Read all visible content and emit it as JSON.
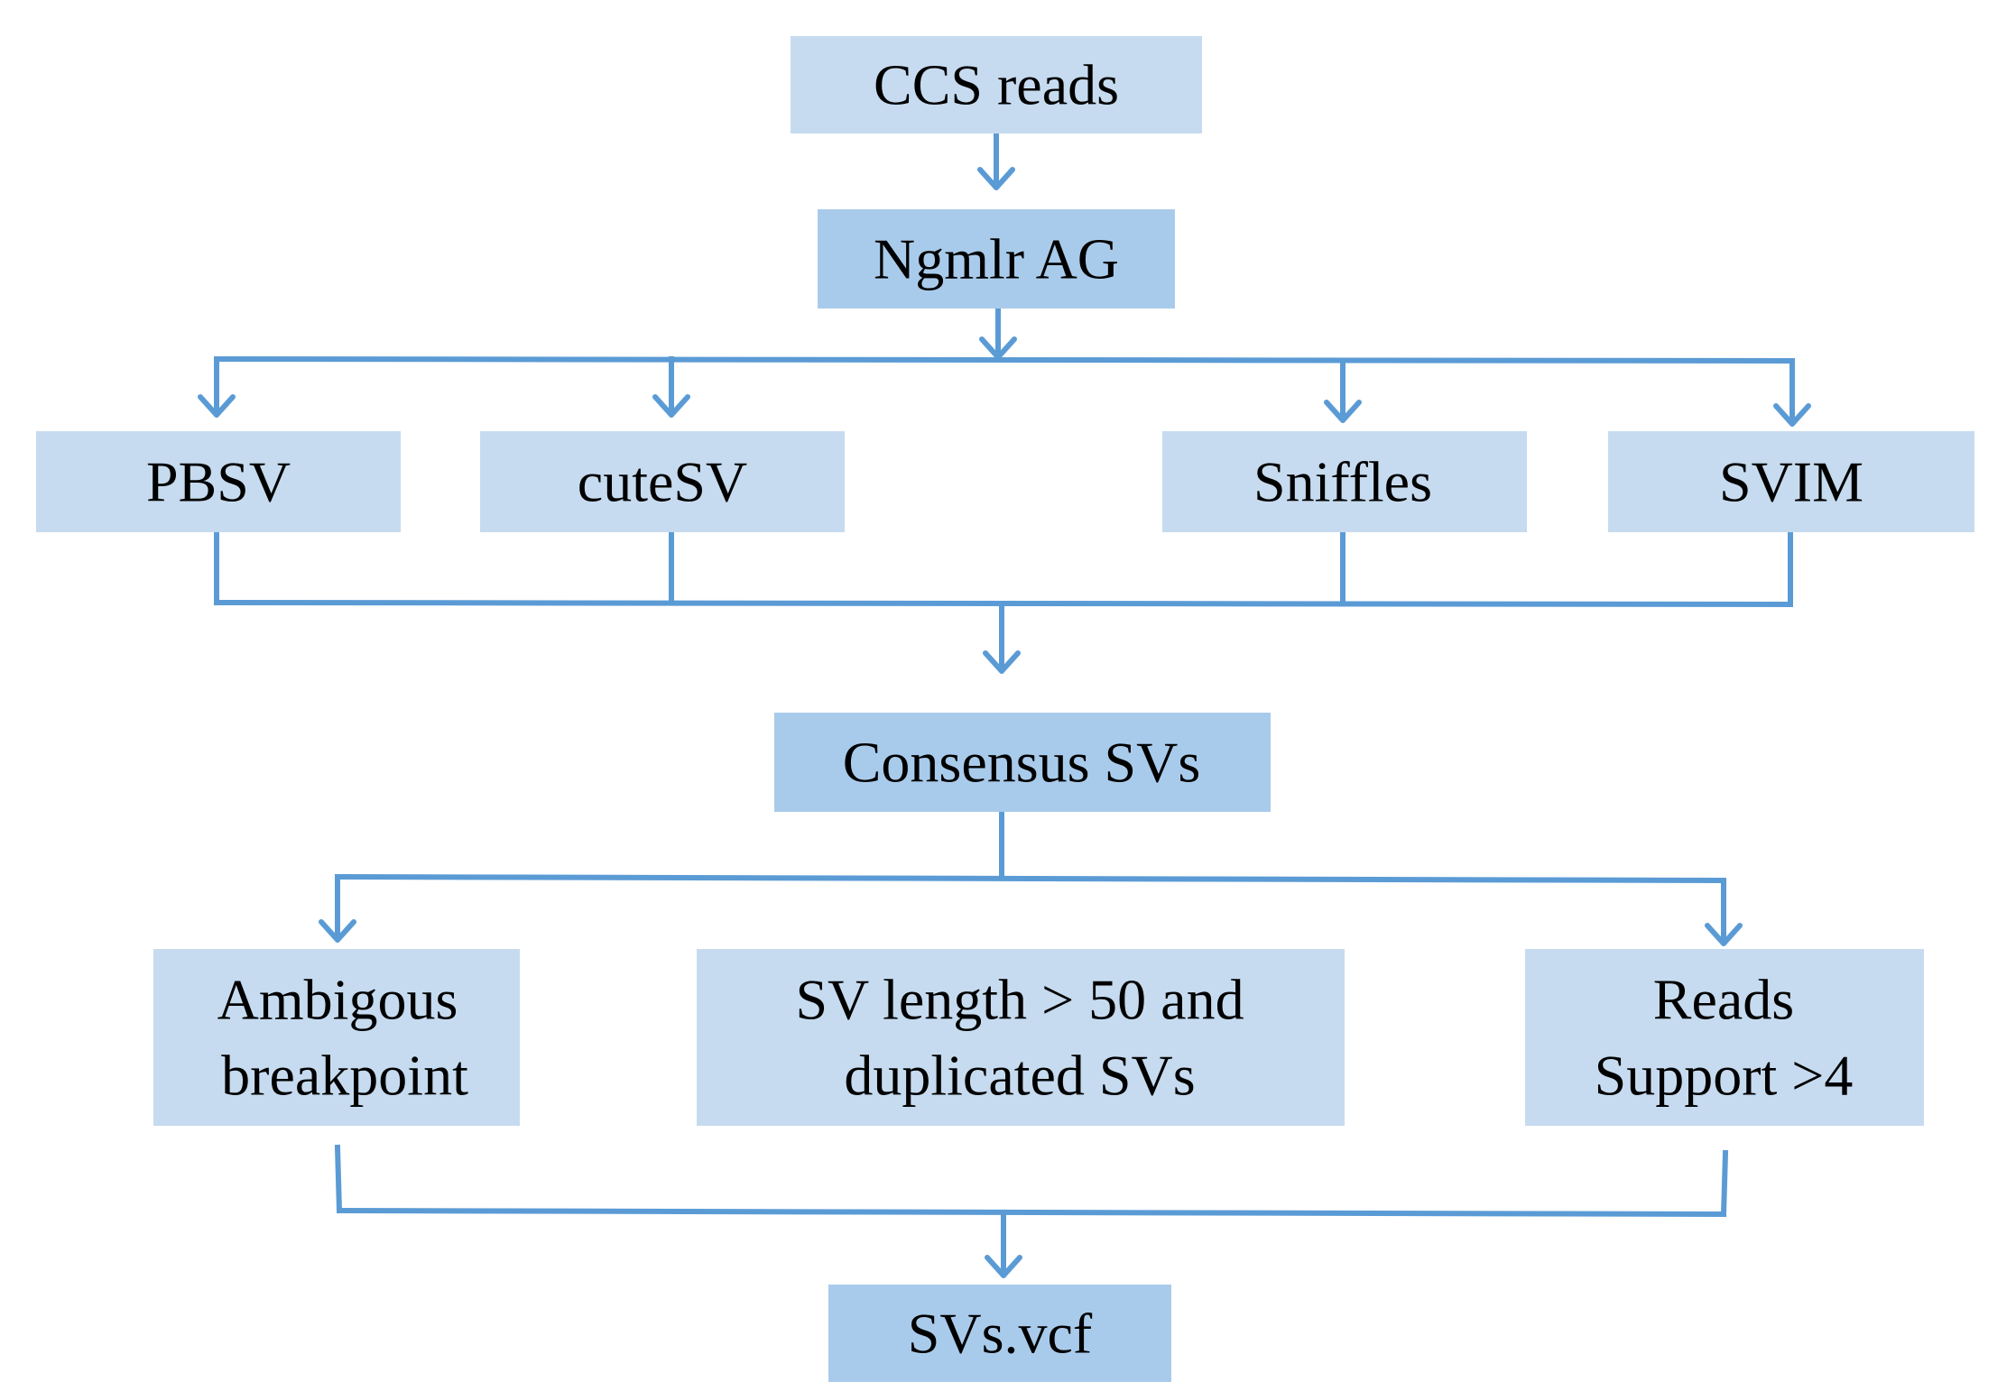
{
  "nodes": {
    "ccs_reads": "CCS reads",
    "ngmlr_ag": "Ngmlr AG",
    "pbsv": "PBSV",
    "cutesv": "cuteSV",
    "sniffles": "Sniffles",
    "svim": "SVIM",
    "consensus_svs": "Consensus SVs",
    "ambigous_breakpoint": [
      "Ambigous",
      "breakpoint"
    ],
    "sv_length_filter": [
      "SV length > 50 and",
      "duplicated SVs"
    ],
    "reads_support": [
      "Reads",
      "Support >4"
    ],
    "svs_vcf": "SVs.vcf"
  },
  "colors": {
    "box_light": "#c6dbef",
    "box_mid": "#a9cbeb",
    "connector": "#5b9bd5",
    "text": "#000000"
  }
}
